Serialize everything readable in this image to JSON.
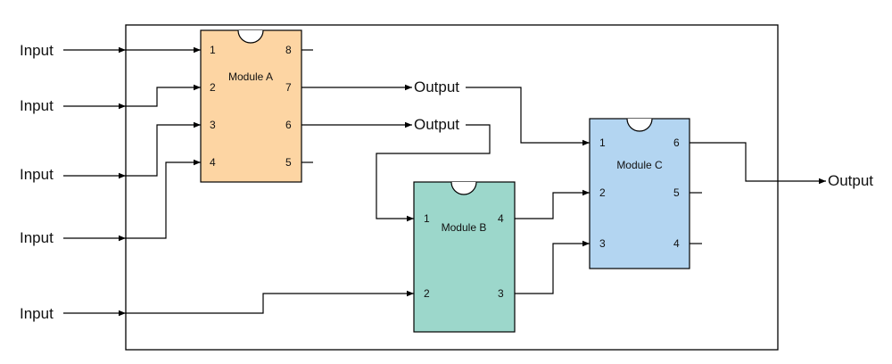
{
  "inputs": [
    "Input",
    "Input",
    "Input",
    "Input",
    "Input"
  ],
  "outputs": [
    "Output",
    "Output",
    "Output"
  ],
  "module_a": {
    "title": "Module A",
    "color": "#fdd5a3",
    "pins": [
      "1",
      "2",
      "3",
      "4",
      "8",
      "7",
      "6",
      "5"
    ]
  },
  "module_b": {
    "title": "Module B",
    "color": "#9cd7cb",
    "pins": [
      "1",
      "2",
      "4",
      "3"
    ]
  },
  "module_c": {
    "title": "Module C",
    "color": "#b3d5f1",
    "pins": [
      "1",
      "2",
      "3",
      "6",
      "5",
      "4"
    ]
  }
}
